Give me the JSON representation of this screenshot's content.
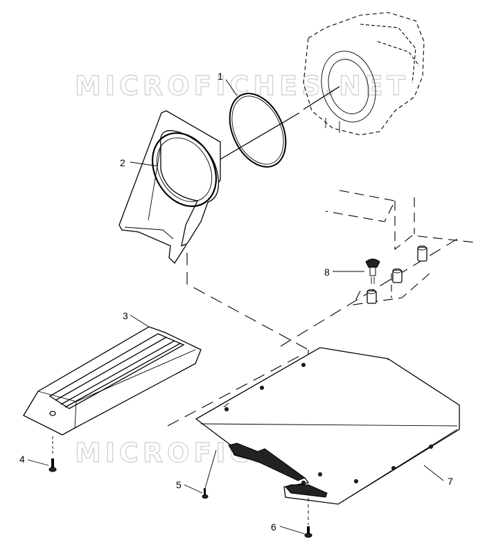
{
  "watermark": {
    "text": "MICROFICHES.NET"
  },
  "callouts": [
    {
      "number": "1"
    },
    {
      "number": "2"
    },
    {
      "number": "3"
    },
    {
      "number": "4"
    },
    {
      "number": "5"
    },
    {
      "number": "6"
    },
    {
      "number": "7"
    },
    {
      "number": "8"
    }
  ]
}
